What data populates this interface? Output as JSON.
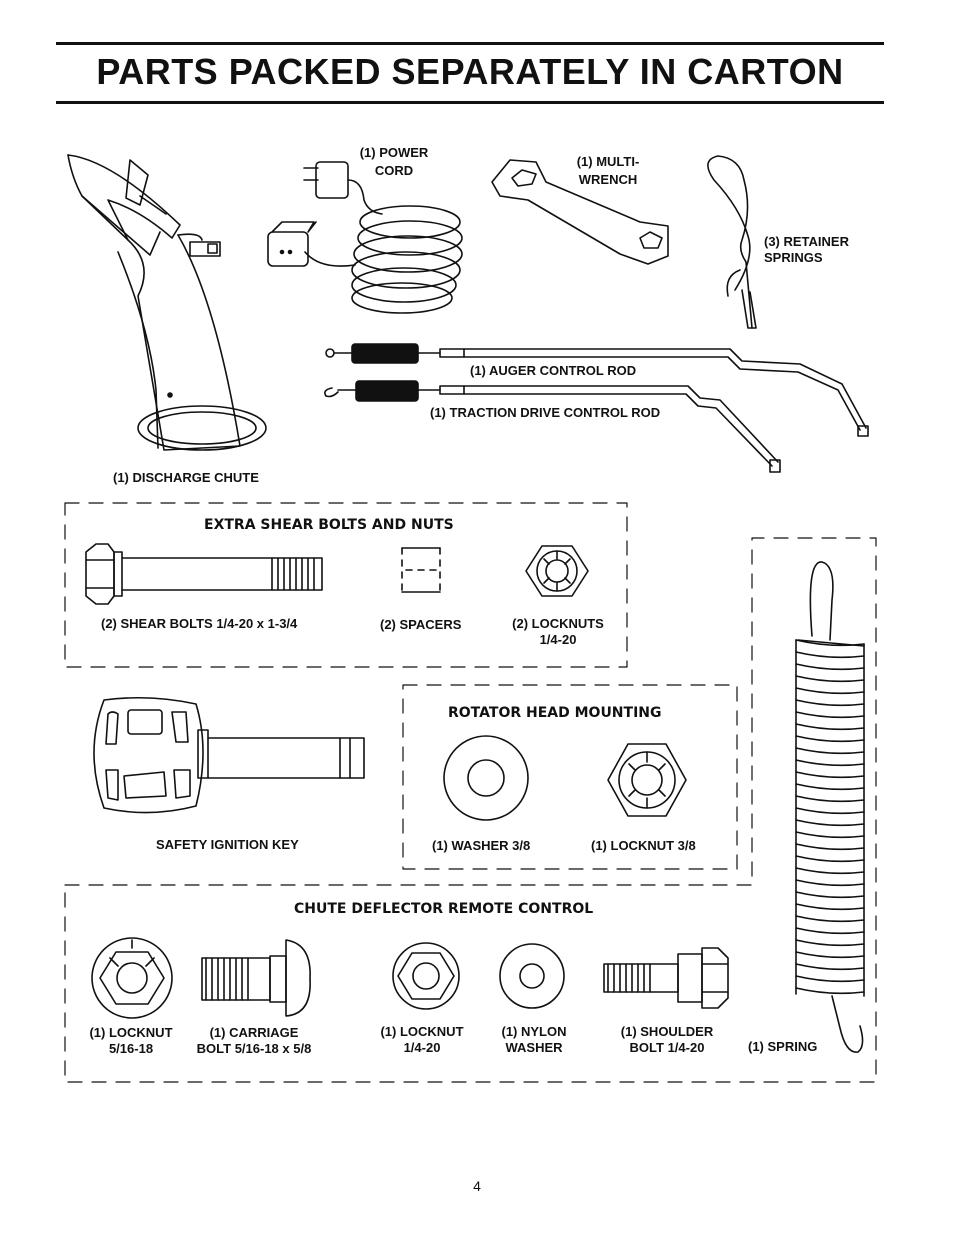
{
  "title": "PARTS PACKED SEPARATELY IN CARTON",
  "parts": {
    "discharge_chute": "(1) DISCHARGE CHUTE",
    "power_cord": [
      "(1) POWER",
      "CORD"
    ],
    "multi_wrench": [
      "(1) MULTI-",
      "WRENCH"
    ],
    "retainer_springs": [
      "(3) RETAINER",
      "SPRINGS"
    ],
    "auger_rod": "(1) AUGER CONTROL ROD",
    "traction_rod": "(1) TRACTION DRIVE CONTROL ROD",
    "safety_key": "SAFETY IGNITION KEY",
    "spring": "(1) SPRING"
  },
  "shear_section": {
    "heading": "EXTRA SHEAR BOLTS AND NUTS",
    "shear_bolts": "(2) SHEAR BOLTS  1/4-20 x 1-3/4",
    "spacers": "(2) SPACERS",
    "locknuts": [
      "(2) LOCKNUTS",
      "1/4-20"
    ]
  },
  "rotator_section": {
    "heading": "ROTATOR HEAD MOUNTING",
    "washer": "(1) WASHER  3/8",
    "locknut": "(1) LOCKNUT  3/8"
  },
  "chute_section": {
    "heading": "CHUTE DEFLECTOR REMOTE CONTROL",
    "locknut_516": [
      "(1) LOCKNUT",
      "5/16-18"
    ],
    "carriage_bolt": [
      "(1) CARRIAGE",
      "BOLT  5/16-18 x 5/8"
    ],
    "locknut_14": [
      "(1) LOCKNUT",
      "1/4-20"
    ],
    "nylon_washer": [
      "(1) NYLON",
      "WASHER"
    ],
    "shoulder_bolt": [
      "(1) SHOULDER",
      "BOLT  1/4-20"
    ]
  },
  "page_number": "4"
}
